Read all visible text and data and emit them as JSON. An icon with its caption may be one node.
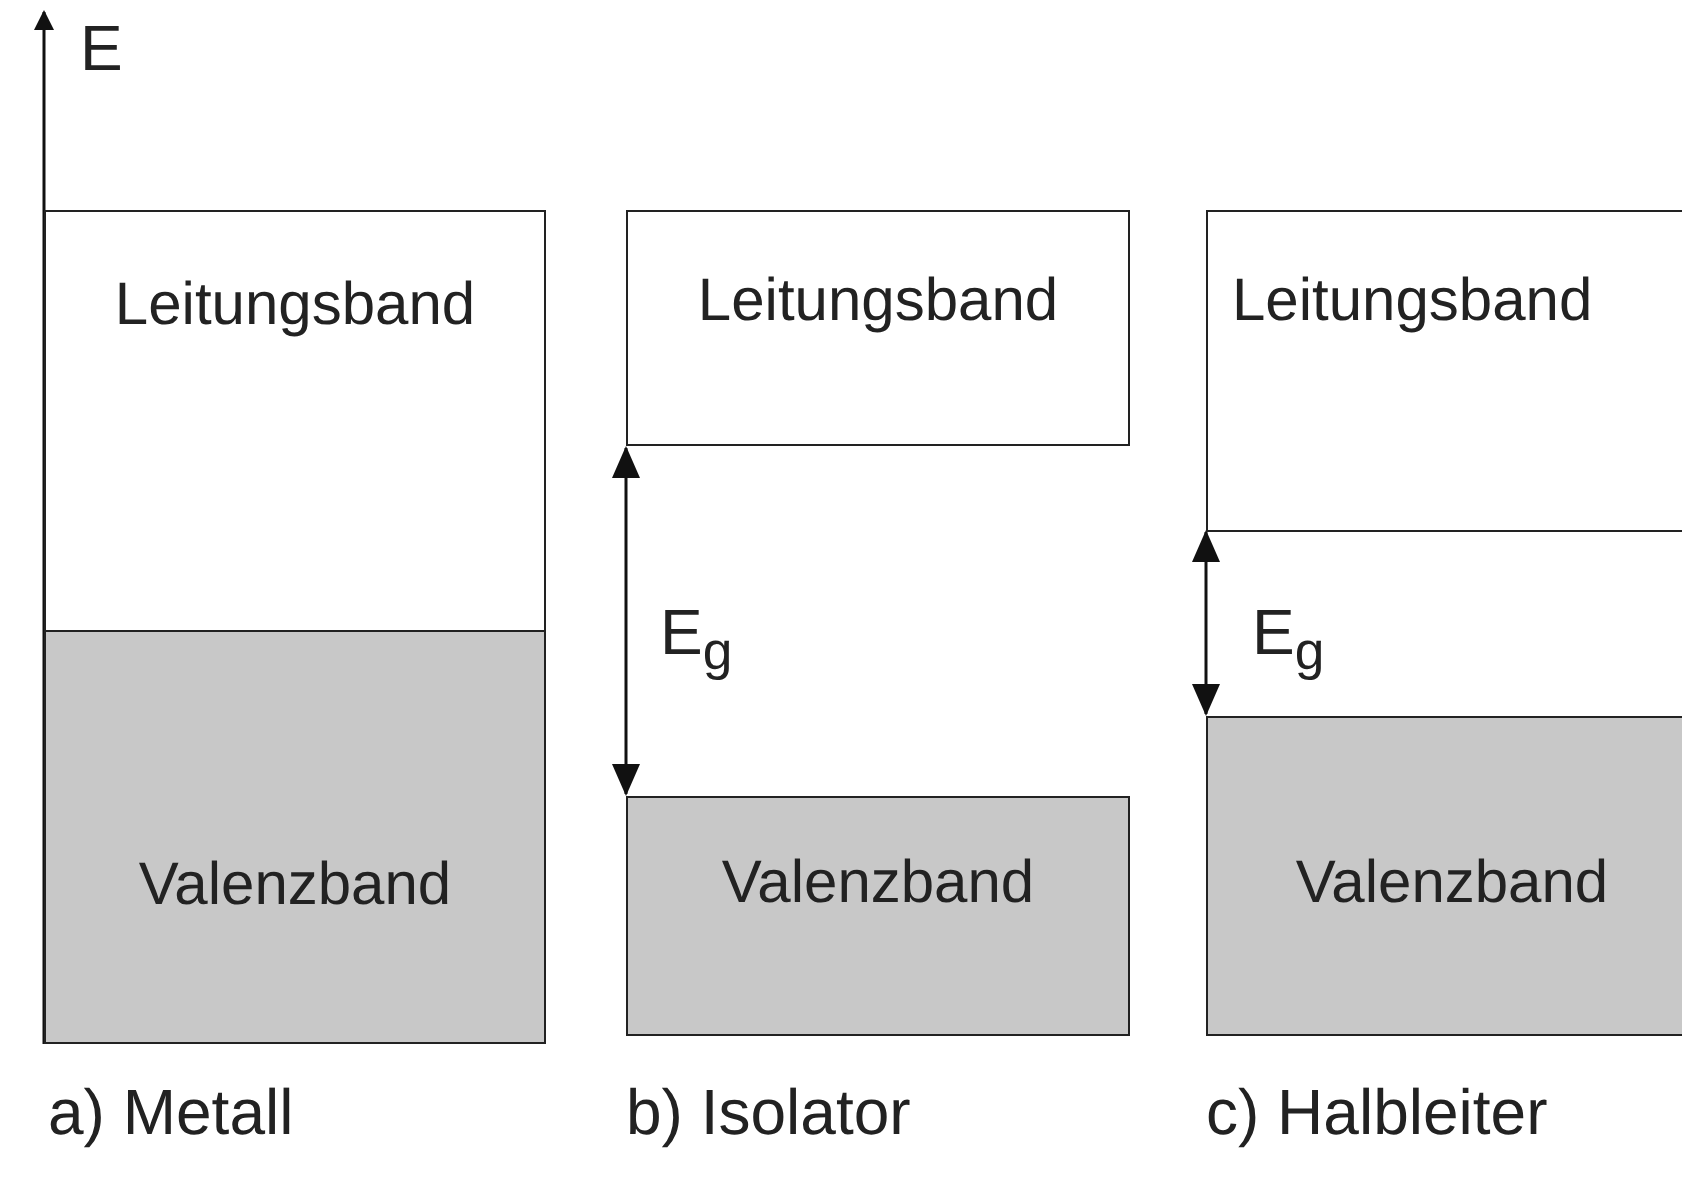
{
  "diagram": {
    "nodes": [
      {
        "text": [
          "Leitungsband"
        ]
      },
      {
        "text": [
          "Valenzband"
        ]
      },
      {
        "text": [
          "Leitungsband"
        ]
      },
      {
        "text": [
          "Valenzband"
        ]
      },
      {
        "text": [
          "Leitungsband"
        ]
      },
      {
        "text": [
          "Valenzband"
        ]
      }
    ],
    "edges": [
      {
        "from": 2,
        "to": 3,
        "arrow": "both",
        "label": "E$_{g}$"
      },
      {
        "from": 4,
        "to": 5,
        "arrow": "both",
        "label": "E$_{g}$"
      }
    ],
    "labels": [
      "E",
      "a) Metall",
      "b) Isolator",
      "c) Halbleiter"
    ]
  }
}
